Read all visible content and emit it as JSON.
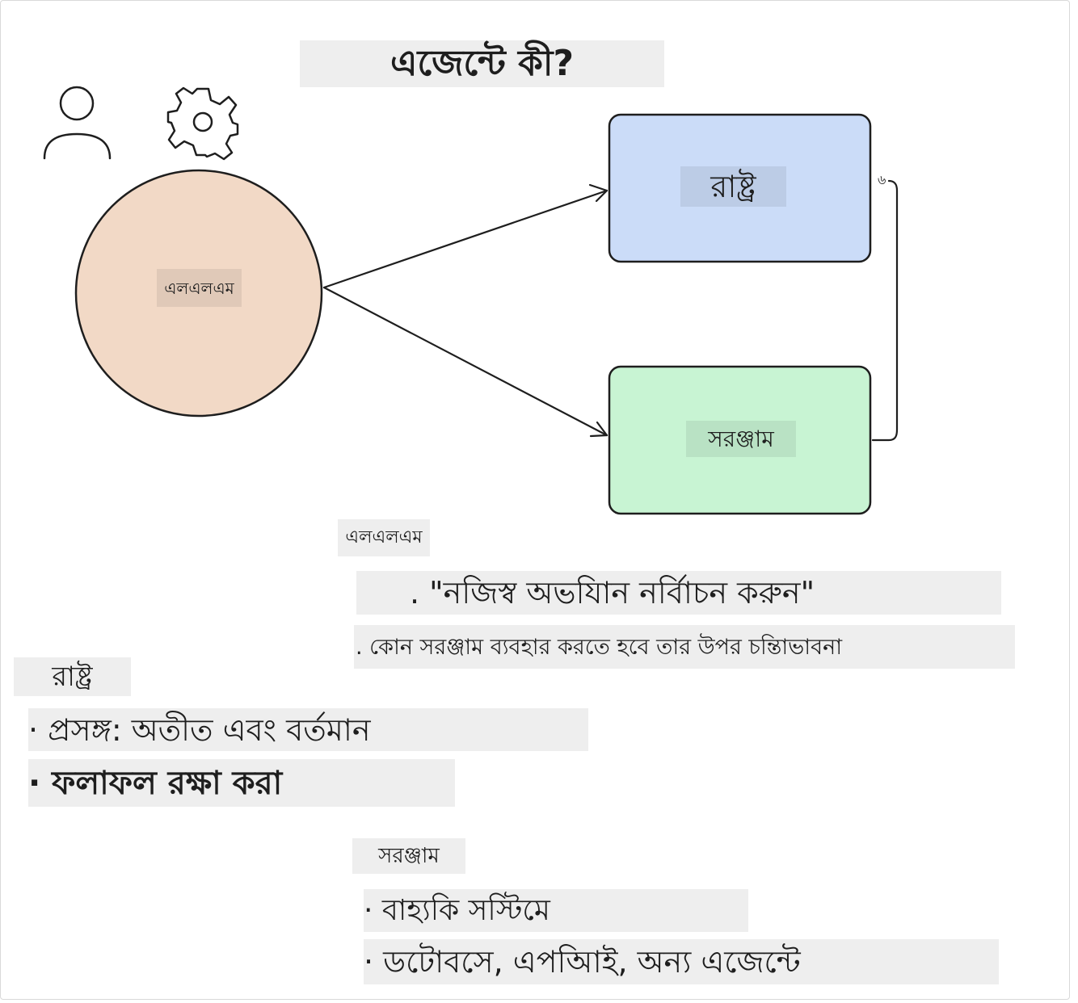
{
  "title": "এজেন্টে কী?",
  "icons": {
    "user": "user-icon",
    "settings": "gear-icon"
  },
  "nodes": {
    "llm": {
      "label": "এলএলএম",
      "fill": "#f2d9c6"
    },
    "state": {
      "label": "রাষ্ট্র",
      "fill": "#cbdcf8"
    },
    "tools": {
      "label": "সরঞ্জাম",
      "fill": "#c8f4d3"
    }
  },
  "edge_label": "৬",
  "sections": {
    "llm": {
      "heading": "এলএলএম",
      "lines": [
        ". \"নজিস্ব অভযিান নর্বিাচন করুন\"",
        ". কোন সরঞ্জাম ব্যবহার করতে হবে তার উপর চন্তিাভাবনা"
      ]
    },
    "state": {
      "heading": "রাষ্ট্র",
      "lines": [
        "· প্রসঙ্গ: অতীত এবং বর্তমান",
        "· ফলাফল রক্ষা করা"
      ]
    },
    "tools": {
      "heading": "সরঞ্জাম",
      "lines": [
        "· বাহ্যকি সস্টিমে",
        "· ডটোবসে, এপআিই, অন্য এজেন্টে"
      ]
    }
  },
  "colors": {
    "stroke": "#1e1e1e",
    "highlight": "#eeeeee"
  }
}
